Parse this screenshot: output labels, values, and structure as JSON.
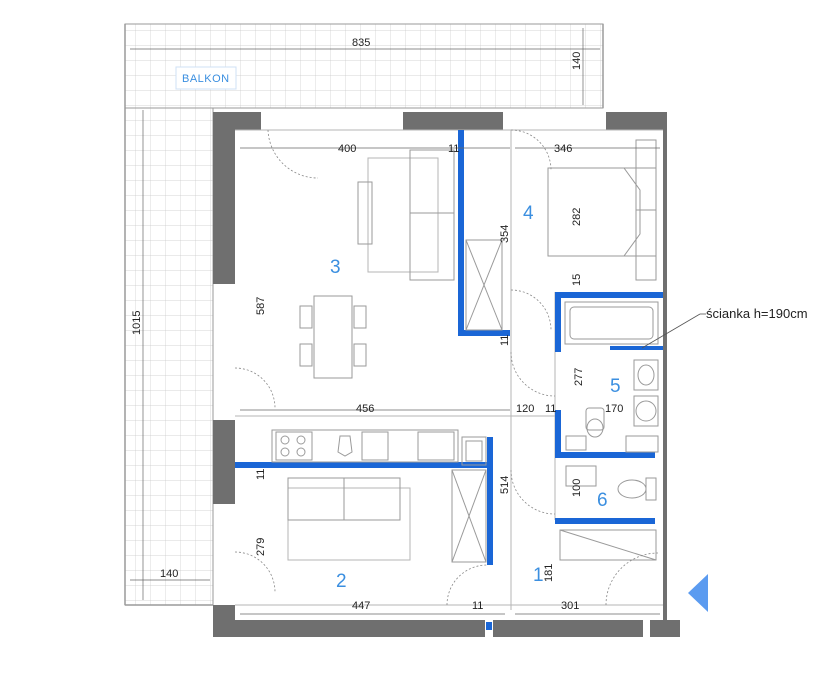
{
  "labels": {
    "balcony": "BALKON",
    "partition_note": "ścianka h=190cm"
  },
  "rooms": [
    "3",
    "4",
    "5",
    "6",
    "2",
    "1"
  ],
  "dimensions": {
    "balcony_width": "835",
    "balcony_depth_top": "140",
    "balcony_length": "1015",
    "balcony_depth_bottom": "140",
    "living_width": "400",
    "living_wall_gap": "11",
    "bedroom_width": "346",
    "bedroom_depth": "282",
    "bedroom_height_side": "354",
    "living_depth": "587",
    "bath_wall_top": "15",
    "bath_wall_side": "11",
    "bath_depth": "277",
    "kitchen_width": "456",
    "hall_width": "120",
    "bath_wall_mid": "11",
    "bath_width": "170",
    "kitchen_wall": "11",
    "corridor_length": "514",
    "wc_depth": "100",
    "room2_depth": "279",
    "entry_depth": "181",
    "room2_width": "447",
    "entry_wall": "11",
    "entry_width": "301"
  },
  "colors": {
    "wall": "#6f6f6f",
    "partition": "#1a66d6",
    "accent": "#3b8fe0",
    "line": "#999999",
    "arrow": "#5b9bf0"
  }
}
